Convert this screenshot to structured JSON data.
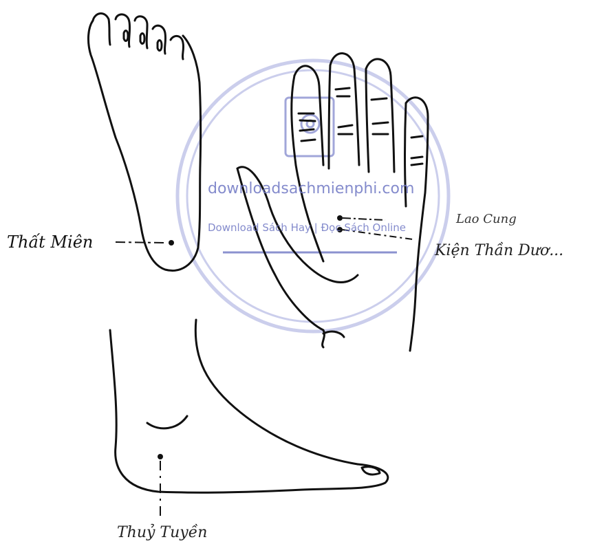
{
  "labels": {
    "that_mien": "Thất Miên",
    "lao_cung": "Lao Cung",
    "kien_than_duong": "Kiện Thần Dươ...",
    "thuy_tuyen": "Thuỷ Tuyền"
  },
  "watermark": {
    "site": "downloadsachmienphi.com",
    "subtitle": "Download Sách Hay | Đọc Sách Online",
    "icon": "at-sign-book-icon",
    "color": "#6f77c4"
  },
  "colors": {
    "ink": "#111111",
    "background": "#ffffff"
  }
}
